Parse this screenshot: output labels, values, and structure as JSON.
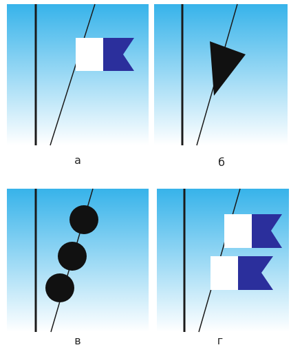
{
  "panels": [
    {
      "id": "a",
      "label": "а",
      "signal": "flag-alpha"
    },
    {
      "id": "b",
      "label": "б",
      "signal": "black-triangle"
    },
    {
      "id": "v",
      "label": "в",
      "signal": "three-black-balls"
    },
    {
      "id": "g",
      "label": "г",
      "signal": "two-alpha-flags"
    }
  ],
  "colors": {
    "sky_top": "#37b3ea",
    "sky_bottom": "#ffffff",
    "mast": "#1a1a1a",
    "stay": "#1a1a1a",
    "flag_white": "#ffffff",
    "flag_blue": "#2b2f9c",
    "shape_black": "#111111"
  }
}
